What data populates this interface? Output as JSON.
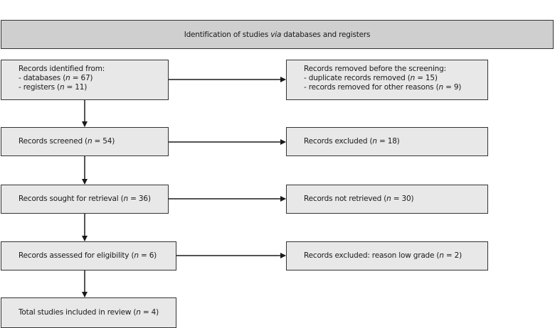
{
  "header": {
    "title_before": "Identification of studies ",
    "title_italic": "via",
    "title_after": " databases and registers"
  },
  "left_boxes": {
    "identified": {
      "title": "Records identified from:",
      "line1_prefix": "- databases (",
      "line1_n": "n",
      "line1_suffix": " = 67)",
      "line2_prefix": "- registers (",
      "line2_n": "n",
      "line2_suffix": " = 11)"
    },
    "screened": {
      "prefix": "Records screened (",
      "n": "n",
      "suffix": " = 54)"
    },
    "sought": {
      "prefix": "Records sought for retrieval (",
      "n": "n",
      "suffix": " = 36)"
    },
    "assessed": {
      "prefix": "Records assessed for eligibility (",
      "n": "n",
      "suffix": " = 6)"
    },
    "included": {
      "prefix": "Total studies included in review (",
      "n": "n",
      "suffix": " = 4)"
    }
  },
  "right_boxes": {
    "removed": {
      "title": "Records removed before the screening:",
      "line1_prefix": "- duplicate records removed (",
      "line1_n": "n",
      "line1_suffix": " = 15)",
      "line2_prefix": "- records removed for other reasons (",
      "line2_n": "n",
      "line2_suffix": " = 9)"
    },
    "excluded": {
      "prefix": "Records excluded (",
      "n": "n",
      "suffix": " = 18)"
    },
    "not_retrieved": {
      "prefix": "Records not retrieved (",
      "n": "n",
      "suffix": " = 30)"
    },
    "excluded_low_grade": {
      "prefix": "Records excluded: reason low grade (",
      "n": "n",
      "suffix": " = 2)"
    }
  },
  "colors": {
    "header_fill": "#cfcfcf",
    "box_fill": "#e8e8e8",
    "border": "#333333",
    "arrow": "#1a1a1a"
  }
}
